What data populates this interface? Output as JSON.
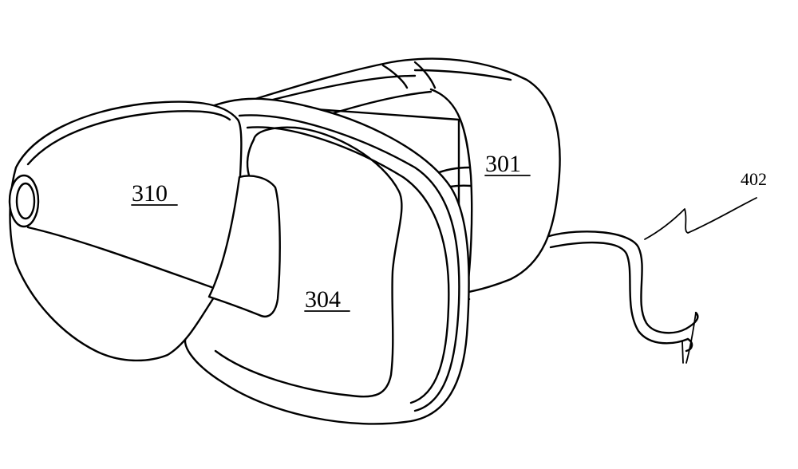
{
  "labels": {
    "l310": "310",
    "l304": "304",
    "l301": "301",
    "l402": "402"
  },
  "colors": {
    "line": "#000000",
    "background": "#ffffff"
  }
}
